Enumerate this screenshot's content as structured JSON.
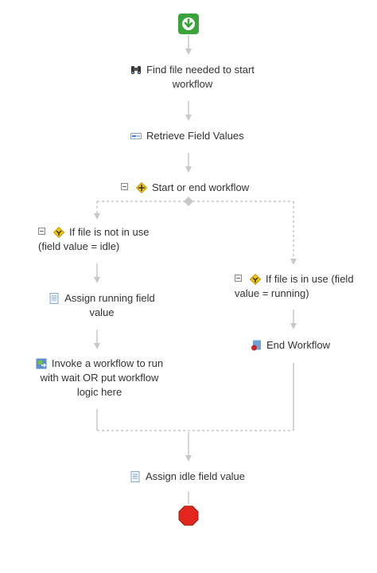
{
  "workflow": {
    "start_icon": "download-arrow-icon",
    "steps": {
      "find_file": "Find file needed to start workflow",
      "retrieve": "Retrieve Field Values",
      "start_or_end": "Start or end workflow",
      "branch_idle_title": "If file is not in use (field value = idle)",
      "assign_running": "Assign running field value",
      "invoke": "Invoke a workflow to run with wait OR put workflow logic here",
      "branch_running_title": "If file is in use (field value = running)",
      "end_workflow": "End Workflow",
      "assign_idle": "Assign idle field value"
    },
    "stop_icon": "stop-octagon-icon",
    "colors": {
      "start_green": "#3aa33a",
      "stop_red": "#e0261f",
      "connector": "#c8c8c8",
      "condition_yellow": "#f5c400"
    }
  }
}
